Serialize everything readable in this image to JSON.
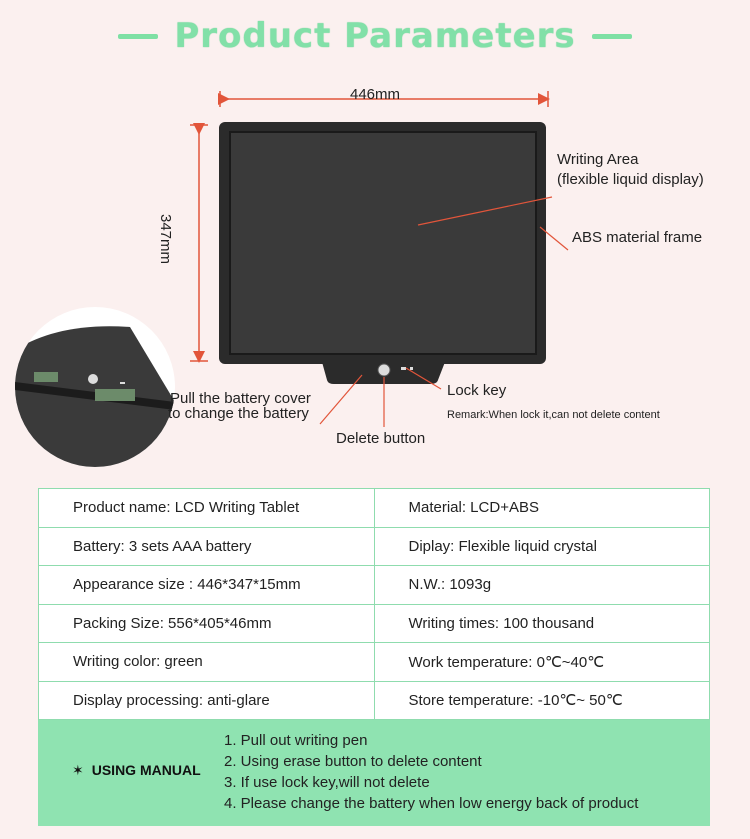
{
  "header": {
    "title": "Product Parameters"
  },
  "diagram": {
    "width_label": "446mm",
    "height_label": "347mm",
    "writing_area_1": "Writing Area",
    "writing_area_2": "(flexible liquid display)",
    "frame": "ABS material frame",
    "battery_1": "Pull the battery cover",
    "battery_2": "to change the battery",
    "delete_button": "Delete button",
    "lock_key": "Lock key",
    "remark": "Remark:When lock it,can not delete content"
  },
  "specs": [
    [
      "Product name: LCD Writing Tablet",
      "Material: LCD+ABS"
    ],
    [
      "Battery: 3 sets AAA battery",
      "Diplay: Flexible liquid crystal"
    ],
    [
      "Appearance size : 446*347*15mm",
      "N.W.: 1093g"
    ],
    [
      "Packing Size: 556*405*46mm",
      "Writing times: 100 thousand"
    ],
    [
      "Writing color: green",
      "Work temperature: 0℃~40℃"
    ],
    [
      "Display processing: anti-glare",
      "Store temperature: -10℃~ 50℃"
    ]
  ],
  "manual": {
    "star": "✶",
    "title": "USING MANUAL",
    "steps": [
      "1. Pull out writing pen",
      "2. Using erase button to delete content",
      "3. If use lock key,will not delete",
      "4. Please change the battery when low energy back of product"
    ]
  },
  "colors": {
    "accent": "#82e0a8",
    "table_border": "#8fdcae",
    "manual_bg": "#8fe3b1",
    "pointer": "#e2553a"
  }
}
